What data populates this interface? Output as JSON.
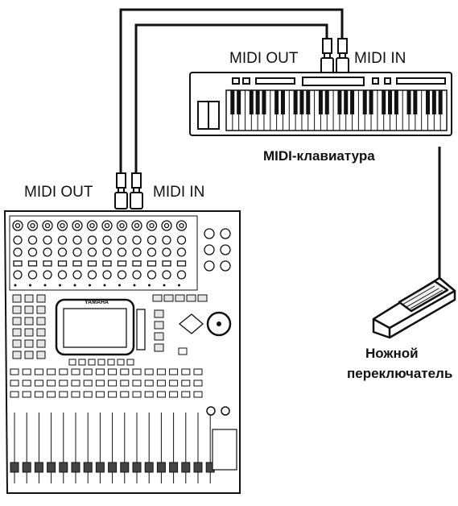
{
  "labels": {
    "keyboard_midi_out": "MIDI OUT",
    "keyboard_midi_in": "MIDI IN",
    "keyboard_name": "MIDI-клавиатура",
    "mixer_midi_out": "MIDI OUT",
    "mixer_midi_in": "MIDI IN",
    "footswitch_line1": "Ножной",
    "footswitch_line2": "переключатель"
  },
  "mixer": {
    "brand": "YAMAHA"
  },
  "colors": {
    "line": "#111111",
    "panel": "#ffffff",
    "button_fill": "#e6e6e6"
  }
}
